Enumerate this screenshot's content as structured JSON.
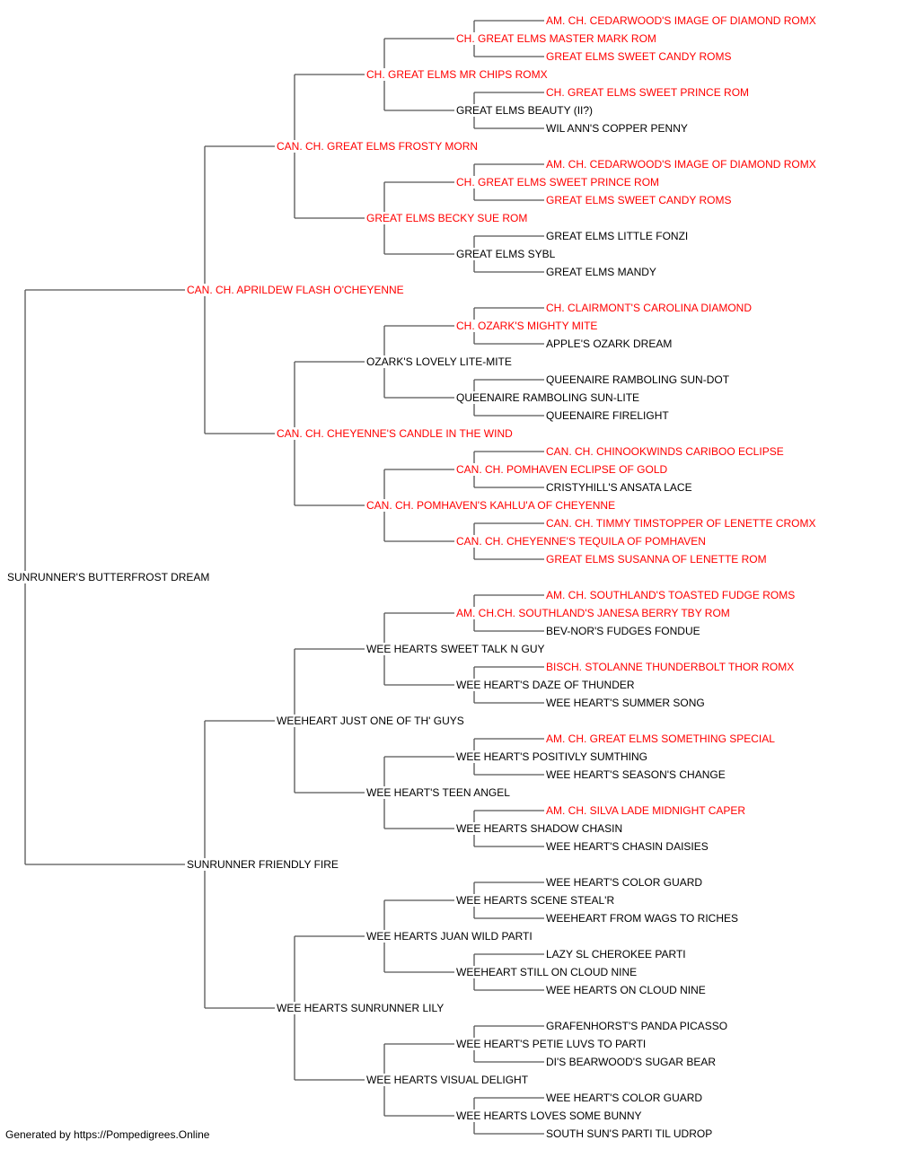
{
  "colors": {
    "champion": "#ff0000",
    "normal": "#000000",
    "line": "#555555"
  },
  "subject": {
    "name": "SUNRUNNER'S BUTTERFROST DREAM",
    "champion": false
  },
  "sire": {
    "name": "CAN. CH. APRILDEW FLASH O'CHEYENNE",
    "champion": true,
    "sire": {
      "name": "CAN. CH. GREAT ELMS FROSTY MORN",
      "champion": true,
      "sire": {
        "name": "CH. GREAT ELMS MR CHIPS ROMX",
        "champion": true,
        "sire": {
          "name": "CH. GREAT ELMS MASTER MARK ROM",
          "champion": true,
          "sire": {
            "name": "AM. CH. CEDARWOOD'S IMAGE OF DIAMOND ROMX",
            "champion": true
          },
          "dam": {
            "name": "GREAT ELMS SWEET CANDY ROMS",
            "champion": true
          }
        },
        "dam": {
          "name": "GREAT ELMS BEAUTY (II?)",
          "champion": false,
          "sire": {
            "name": "CH. GREAT ELMS SWEET PRINCE ROM",
            "champion": true
          },
          "dam": {
            "name": "WIL ANN'S COPPER PENNY",
            "champion": false
          }
        }
      },
      "dam": {
        "name": "GREAT ELMS BECKY SUE ROM",
        "champion": true,
        "sire": {
          "name": "CH. GREAT ELMS SWEET PRINCE ROM",
          "champion": true,
          "sire": {
            "name": "AM. CH. CEDARWOOD'S IMAGE OF DIAMOND ROMX",
            "champion": true
          },
          "dam": {
            "name": "GREAT ELMS SWEET CANDY ROMS",
            "champion": true
          }
        },
        "dam": {
          "name": "GREAT ELMS SYBL",
          "champion": false,
          "sire": {
            "name": "GREAT ELMS LITTLE FONZI",
            "champion": false
          },
          "dam": {
            "name": "GREAT ELMS MANDY",
            "champion": false
          }
        }
      }
    },
    "dam": {
      "name": "CAN. CH. CHEYENNE'S CANDLE IN THE WIND",
      "champion": true,
      "sire": {
        "name": "OZARK'S LOVELY LITE-MITE",
        "champion": false,
        "sire": {
          "name": "CH. OZARK'S MIGHTY MITE",
          "champion": true,
          "sire": {
            "name": "CH. CLAIRMONT'S CAROLINA DIAMOND",
            "champion": true
          },
          "dam": {
            "name": "APPLE'S OZARK DREAM",
            "champion": false
          }
        },
        "dam": {
          "name": "QUEENAIRE RAMBOLING SUN-LITE",
          "champion": false,
          "sire": {
            "name": "QUEENAIRE RAMBOLING SUN-DOT",
            "champion": false
          },
          "dam": {
            "name": "QUEENAIRE FIRELIGHT",
            "champion": false
          }
        }
      },
      "dam": {
        "name": "CAN. CH. POMHAVEN'S KAHLU'A OF CHEYENNE",
        "champion": true,
        "sire": {
          "name": "CAN. CH. POMHAVEN ECLIPSE OF GOLD",
          "champion": true,
          "sire": {
            "name": "CAN. CH. CHINOOKWINDS CARIBOO ECLIPSE",
            "champion": true
          },
          "dam": {
            "name": "CRISTYHILL'S ANSATA LACE",
            "champion": false
          }
        },
        "dam": {
          "name": "CAN. CH. CHEYENNE'S TEQUILA OF POMHAVEN",
          "champion": true,
          "sire": {
            "name": "CAN. CH. TIMMY TIMSTOPPER OF LENETTE CROMX",
            "champion": true
          },
          "dam": {
            "name": "GREAT ELMS SUSANNA OF LENETTE ROM",
            "champion": true
          }
        }
      }
    }
  },
  "dam": {
    "name": "SUNRUNNER FRIENDLY FIRE",
    "champion": false,
    "sire": {
      "name": "WEEHEART JUST ONE OF TH' GUYS",
      "champion": false,
      "sire": {
        "name": "WEE HEARTS SWEET TALK N GUY",
        "champion": false,
        "sire": {
          "name": "AM. CH.CH. SOUTHLAND'S JANESA BERRY TBY ROM",
          "champion": true,
          "sire": {
            "name": "AM. CH. SOUTHLAND'S TOASTED FUDGE ROMS",
            "champion": true
          },
          "dam": {
            "name": "BEV-NOR'S FUDGES FONDUE",
            "champion": false
          }
        },
        "dam": {
          "name": "WEE HEART'S DAZE OF THUNDER",
          "champion": false,
          "sire": {
            "name": "BISCH. STOLANNE THUNDERBOLT THOR ROMX",
            "champion": true
          },
          "dam": {
            "name": "WEE HEART'S SUMMER SONG",
            "champion": false
          }
        }
      },
      "dam": {
        "name": "WEE HEART'S TEEN ANGEL",
        "champion": false,
        "sire": {
          "name": "WEE HEART'S POSITIVLY SUMTHING",
          "champion": false,
          "sire": {
            "name": "AM. CH. GREAT ELMS SOMETHING SPECIAL",
            "champion": true
          },
          "dam": {
            "name": "WEE HEART'S SEASON'S CHANGE",
            "champion": false
          }
        },
        "dam": {
          "name": "WEE HEARTS SHADOW CHASIN",
          "champion": false,
          "sire": {
            "name": "AM. CH. SILVA LADE MIDNIGHT CAPER",
            "champion": true
          },
          "dam": {
            "name": "WEE HEART'S CHASIN DAISIES",
            "champion": false
          }
        }
      }
    },
    "dam": {
      "name": "WEE HEARTS SUNRUNNER LILY",
      "champion": false,
      "sire": {
        "name": "WEE HEARTS JUAN WILD PARTI",
        "champion": false,
        "sire": {
          "name": "WEE HEARTS SCENE STEAL'R",
          "champion": false,
          "sire": {
            "name": "WEE HEART'S COLOR GUARD",
            "champion": false
          },
          "dam": {
            "name": "WEEHEART FROM WAGS TO RICHES",
            "champion": false
          }
        },
        "dam": {
          "name": "WEEHEART STILL ON CLOUD NINE",
          "champion": false,
          "sire": {
            "name": "LAZY SL CHEROKEE PARTI",
            "champion": false
          },
          "dam": {
            "name": "WEE HEARTS ON CLOUD NINE",
            "champion": false
          }
        }
      },
      "dam": {
        "name": "WEE HEARTS VISUAL DELIGHT",
        "champion": false,
        "sire": {
          "name": "WEE HEART'S PETIE LUVS TO PARTI",
          "champion": false,
          "sire": {
            "name": "GRAFENHORST'S PANDA PICASSO",
            "champion": false
          },
          "dam": {
            "name": "DI'S BEARWOOD'S SUGAR BEAR",
            "champion": false
          }
        },
        "dam": {
          "name": "WEE HEARTS LOVES SOME BUNNY",
          "champion": false,
          "sire": {
            "name": "WEE HEART'S COLOR GUARD",
            "champion": false
          },
          "dam": {
            "name": "SOUTH SUN'S PARTI TIL UDROP",
            "champion": false
          }
        }
      }
    }
  },
  "footer": {
    "text": "Generated by https://Pompedigrees.Online"
  }
}
